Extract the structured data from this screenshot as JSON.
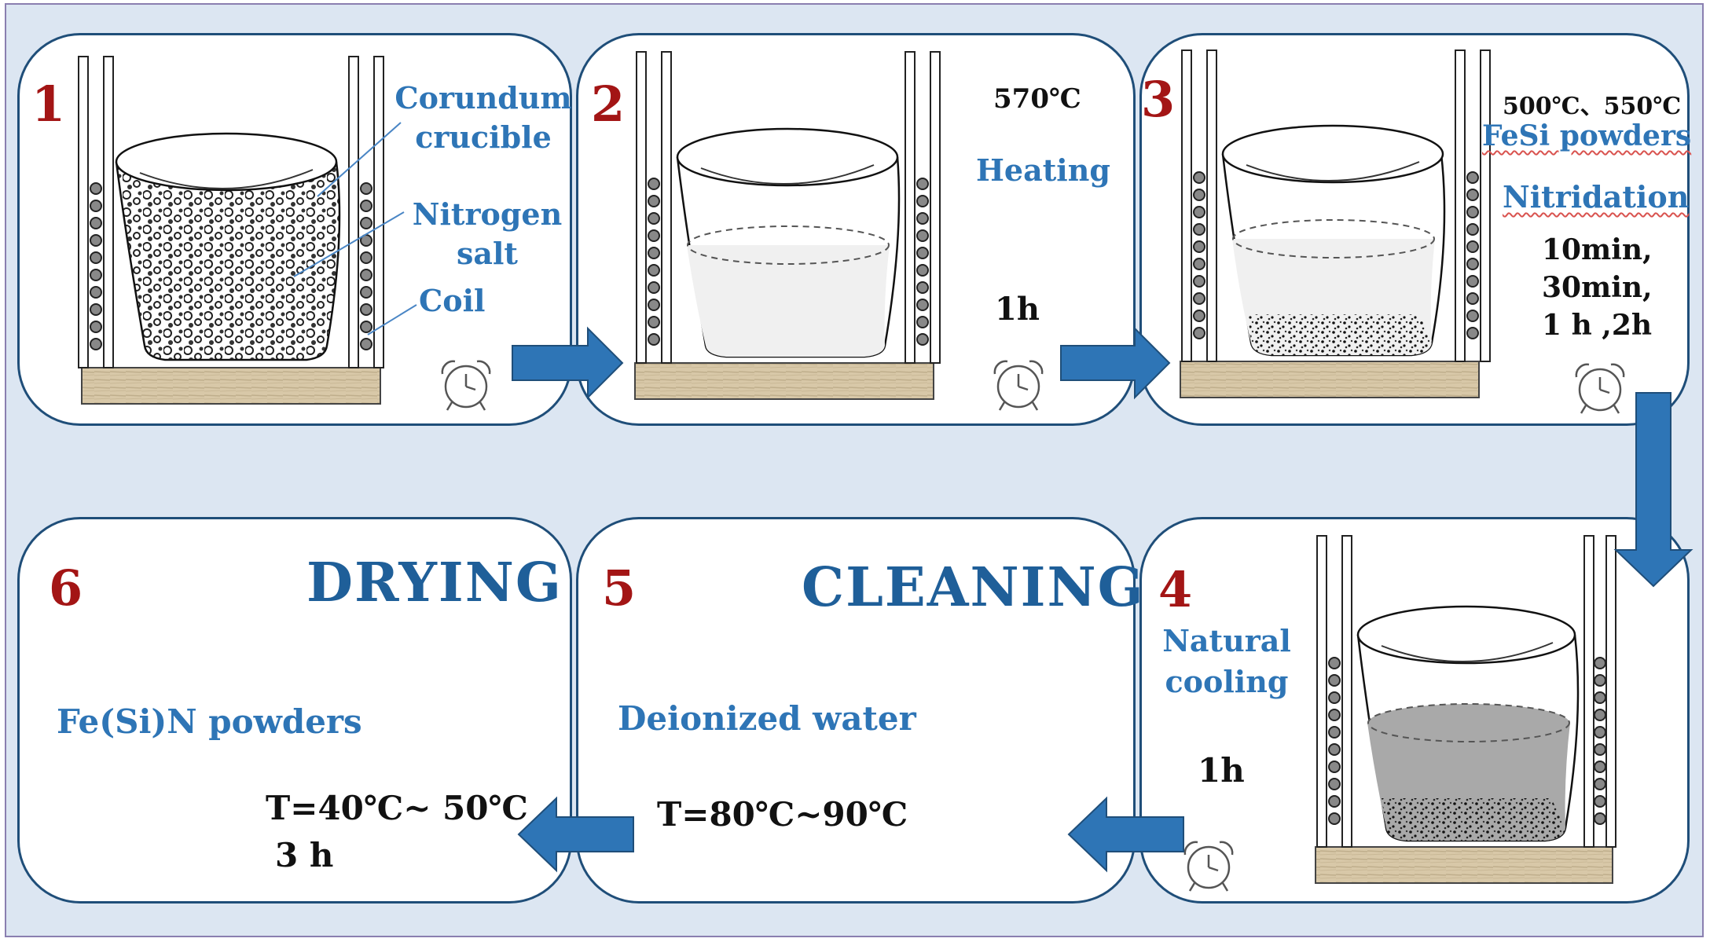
{
  "panels": [
    {
      "id": "1",
      "number": "1",
      "labels": {
        "crucible": "Corundum\ncrucible",
        "salt": "Nitrogen\nsalt",
        "coil": "Coil"
      }
    },
    {
      "id": "2",
      "number": "2",
      "temperature": "570℃",
      "process": "Heating",
      "time": "1h"
    },
    {
      "id": "3",
      "number": "3",
      "temperature": "500℃、550℃",
      "material": "FeSi powders",
      "process": "Nitridation",
      "time": "10min,\n30min,\n1 h ,2h"
    },
    {
      "id": "4",
      "number": "4",
      "process": "Natural\ncooling",
      "time": "1h"
    },
    {
      "id": "5",
      "number": "5",
      "title": "CLEANING",
      "medium": "Deionized water",
      "condition": "T=80℃~90℃"
    },
    {
      "id": "6",
      "number": "6",
      "title": "DRYING",
      "product": "Fe(Si)N powders",
      "condition": "T=40℃~ 50℃",
      "time": "3 h"
    }
  ],
  "colors": {
    "number": "#a31515",
    "label": "#2e75b6",
    "title": "#1f5f99",
    "arrow": "#2e75b6",
    "panel_border": "#1f4e79",
    "background": "#dce6f2",
    "base": "#d8c8a8"
  },
  "icons": [
    "alarm-clock-icon",
    "flow-arrow-icon"
  ]
}
